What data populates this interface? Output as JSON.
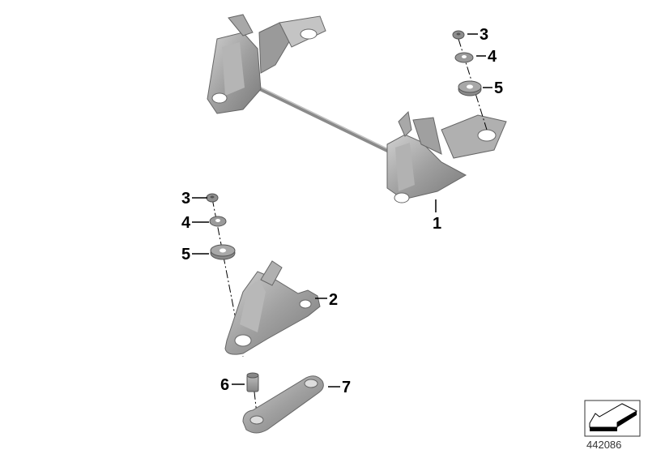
{
  "diagram": {
    "type": "exploded-parts-diagram",
    "diagram_number": "442086",
    "colors": {
      "part_fill": "#9a9a9a",
      "part_light": "#c8c8c8",
      "part_dark": "#6e6e6e",
      "leader_line": "#000000",
      "background": "#ffffff"
    },
    "callouts": [
      {
        "id": "c1",
        "label": "1",
        "part": "lock-assembly-with-rod"
      },
      {
        "id": "c2",
        "label": "2",
        "part": "latch-hook-bracket"
      },
      {
        "id": "c3a",
        "label": "3",
        "part": "nut"
      },
      {
        "id": "c4a",
        "label": "4",
        "part": "washer"
      },
      {
        "id": "c5a",
        "label": "5",
        "part": "rubber-grommet"
      },
      {
        "id": "c3b",
        "label": "3",
        "part": "nut"
      },
      {
        "id": "c4b",
        "label": "4",
        "part": "washer"
      },
      {
        "id": "c5b",
        "label": "5",
        "part": "rubber-grommet"
      },
      {
        "id": "c6",
        "label": "6",
        "part": "spacer-sleeve"
      },
      {
        "id": "c7",
        "label": "7",
        "part": "backing-plate"
      }
    ],
    "nav_icon": "arrow-navigation-icon"
  }
}
